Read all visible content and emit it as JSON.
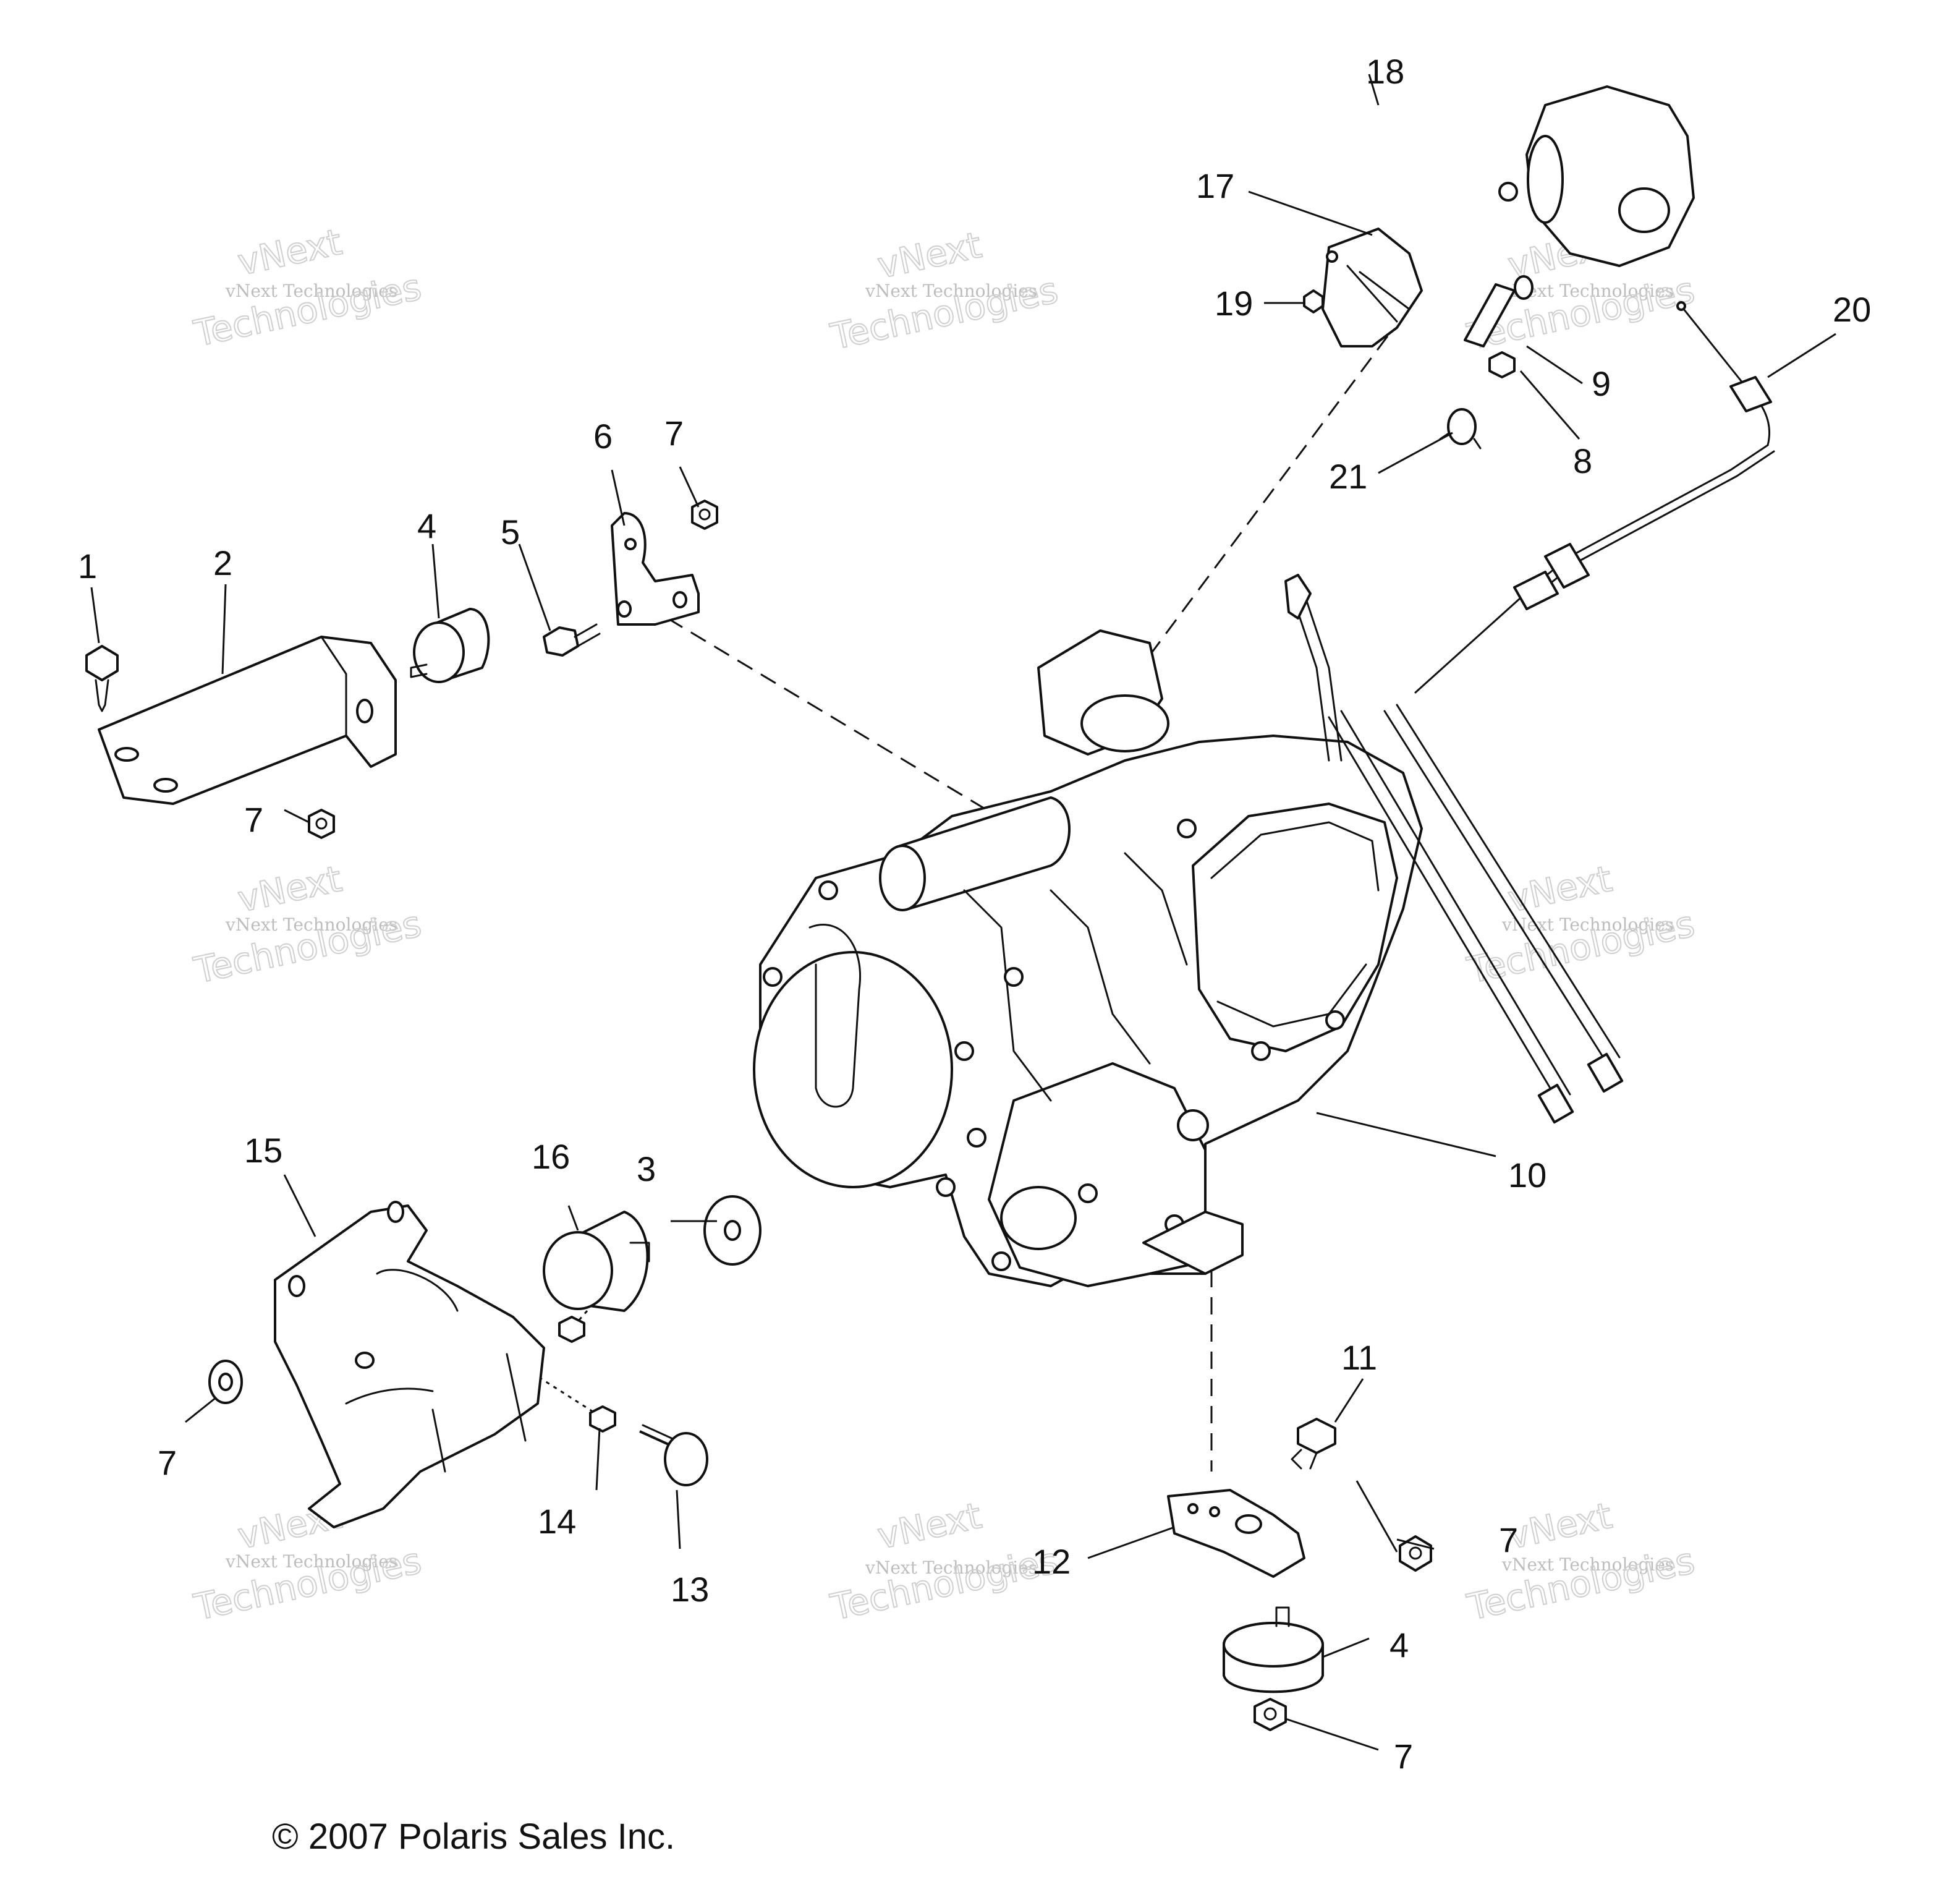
{
  "diagram": {
    "callouts": {
      "c1": "1",
      "c2": "2",
      "c3": "3",
      "c4a": "4",
      "c4b": "4",
      "c5": "5",
      "c6": "6",
      "c7a": "7",
      "c7b": "7",
      "c7c": "7",
      "c7d": "7",
      "c7e": "7",
      "c8": "8",
      "c9": "9",
      "c10": "10",
      "c11": "11",
      "c12": "12",
      "c13": "13",
      "c14": "14",
      "c15": "15",
      "c16": "16",
      "c17": "17",
      "c18": "18",
      "c19": "19",
      "c20": "20",
      "c21": "21"
    },
    "copyright": "© 2007 Polaris Sales Inc.",
    "watermark": {
      "line_small": "vNext Technologies",
      "line_top": "vNext",
      "line_big": "Technologies"
    }
  }
}
